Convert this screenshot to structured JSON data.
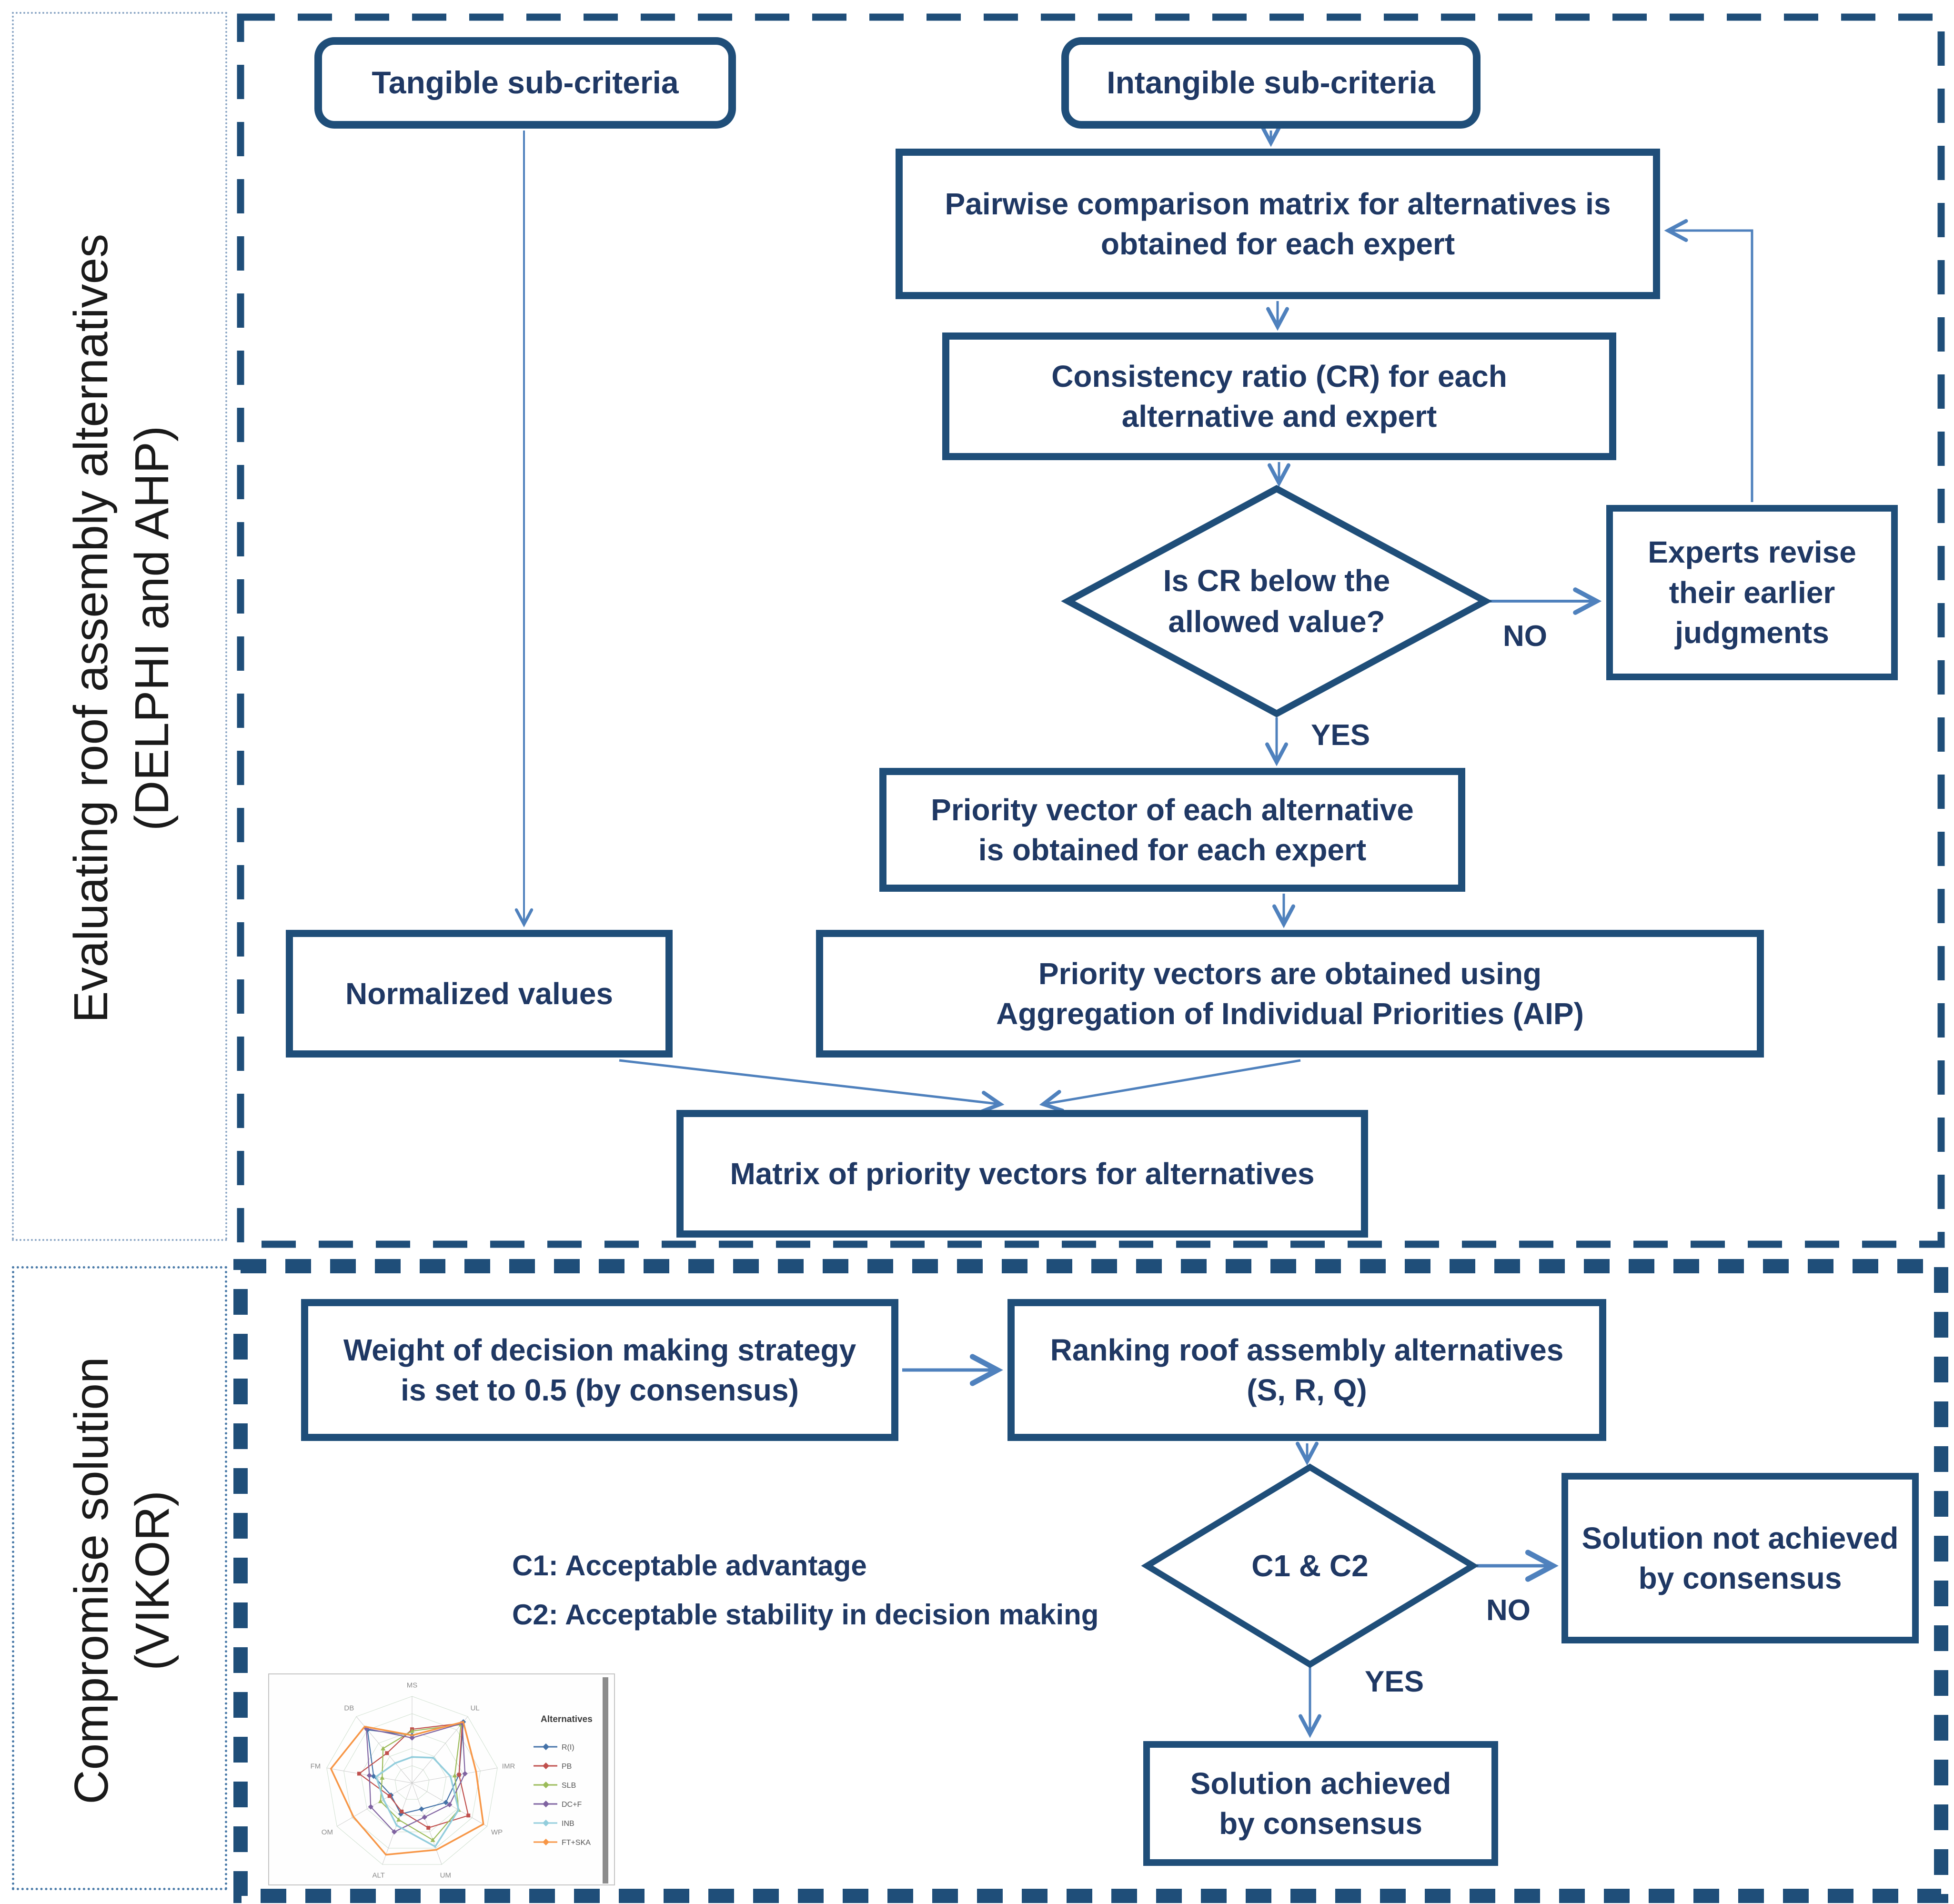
{
  "colors": {
    "accent": "#1f4e79",
    "flow_arrow": "#4f81bd",
    "node_text": "#1f3864",
    "section_label_text": "#1a1a1a",
    "dotted_box_border": "#8aa5c4"
  },
  "sections": {
    "top_label": "Evaluating roof assembly alternatives\n(DELPHI and AHP)",
    "bottom_label": "Compromise solution\n(VIKOR)"
  },
  "nodes": {
    "tangible": "Tangible sub-criteria",
    "intangible": "Intangible sub-criteria",
    "pairwise": "Pairwise comparison matrix for alternatives is\nobtained for each expert",
    "consistency": "Consistency ratio (CR) for each\nalternative and expert",
    "cr_decision": "Is CR below the\nallowed value?",
    "experts_revise": "Experts revise\ntheir earlier\njudgments",
    "priority_vector": "Priority vector of each alternative\nis obtained for each expert",
    "normalized": "Normalized values",
    "aip": "Priority vectors are obtained using\nAggregation of Individual Priorities (AIP)",
    "matrix": "Matrix of priority vectors for alternatives",
    "weight": "Weight of decision making strategy\nis set to 0.5 (by consensus)",
    "ranking": "Ranking roof assembly alternatives\n(S, R, Q)",
    "c1c2_decision": "C1 & C2",
    "solution_not": "Solution not achieved\nby consensus",
    "solution_achieved": "Solution achieved\nby consensus"
  },
  "edge_labels": {
    "no_top": "NO",
    "yes_top": "YES",
    "no_bottom": "NO",
    "yes_bottom": "YES"
  },
  "annotations": {
    "criteria": "C1: Acceptable advantage\nC2: Acceptable stability in decision making"
  },
  "chart_data": {
    "type": "radar",
    "title": "",
    "legend_title": "Alternatives",
    "legend_position": "right",
    "grid": true,
    "radial_levels": 5,
    "value_range": [
      0,
      1
    ],
    "legibility_note": "embedded image is very low resolution; axis and legend labels are approximate best-effort readings and values are estimated",
    "axes": [
      "MS",
      "UL",
      "IMR",
      "WP",
      "UM",
      "ALT",
      "OM",
      "FM",
      "DB"
    ],
    "series": [
      {
        "name": "R(I)",
        "color": "#4472a8",
        "marker": "diamond",
        "values": [
          0.55,
          0.92,
          0.55,
          0.45,
          0.32,
          0.38,
          0.28,
          0.45,
          0.8
        ]
      },
      {
        "name": "PB",
        "color": "#c0504d",
        "marker": "square",
        "values": [
          0.62,
          0.9,
          0.55,
          0.75,
          0.55,
          0.35,
          0.3,
          0.62,
          0.45
        ]
      },
      {
        "name": "SLB",
        "color": "#9bbb59",
        "marker": "triangle",
        "values": [
          0.6,
          0.88,
          0.5,
          0.62,
          0.7,
          0.45,
          0.42,
          0.35,
          0.52
        ]
      },
      {
        "name": "DC+F",
        "color": "#7f63a1",
        "marker": "diamond",
        "values": [
          0.52,
          0.9,
          0.62,
          0.5,
          0.42,
          0.6,
          0.55,
          0.5,
          0.82
        ]
      },
      {
        "name": "INB",
        "color": "#92cddc",
        "marker": "cross",
        "values": [
          0.3,
          0.38,
          0.45,
          0.62,
          0.78,
          0.52,
          0.38,
          0.42,
          0.3
        ]
      },
      {
        "name": "FT+SKA",
        "color": "#f79646",
        "marker": "none",
        "values": [
          0.55,
          0.92,
          0.75,
          0.95,
          0.82,
          0.88,
          0.78,
          0.95,
          0.85
        ]
      }
    ]
  }
}
